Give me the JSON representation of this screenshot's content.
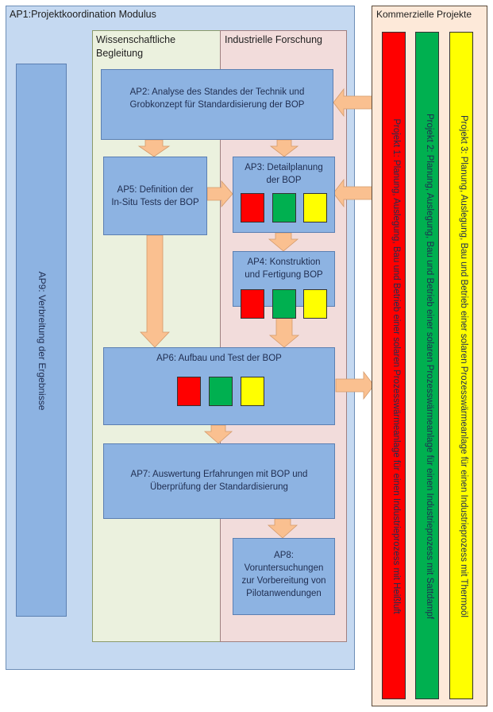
{
  "ap1": {
    "title": "AP1:Projektkoordination Modulus"
  },
  "columns": {
    "wiss": {
      "line1": "Wissenschaftliche",
      "line2": "Begleitung"
    },
    "ind": {
      "label": "Industrielle Forschung"
    }
  },
  "ap9": {
    "label": "AP9: Verbreitung der Ergebnisse"
  },
  "boxes": {
    "ap2": {
      "line1": "AP2: Analyse des Standes der Technik und",
      "line2": "Grobkonzept für Standardisierung der BOP"
    },
    "ap3": {
      "line1": "AP3: Detailplanung",
      "line2": "der BOP"
    },
    "ap4": {
      "line1": "AP4: Konstruktion",
      "line2": "und Fertigung BOP"
    },
    "ap5": {
      "line1": "AP5: Definition der",
      "line2": "In-Situ Tests der BOP"
    },
    "ap6": {
      "line1": "AP6: Aufbau und Test der BOP"
    },
    "ap7": {
      "line1": "AP7: Auswertung Erfahrungen mit BOP und",
      "line2": "Überprüfung der Standardisierung"
    },
    "ap8": {
      "line1": "AP8:",
      "line2": "Voruntersuchungen",
      "line3": "zur Vorbereitung von",
      "line4": "Pilotanwendungen"
    }
  },
  "kommerziell": {
    "title": "Kommerzielle Projekte",
    "projects": [
      {
        "label": "Projekt 1: Planung, Auslegung, Bau und Betrieb einer solaren Prozesswärmeanlage für einen Industrieprozess mit Heißluft",
        "color": "#ff0000"
      },
      {
        "label": "Projekt 2: Planung, Auslegung, Bau und Betrieb einer solaren Prozesswärmeanlage für einen Industrieprozess mit Sattdampf",
        "color": "#00b050"
      },
      {
        "label": "Projekt 3: Planung, Auslegung, Bau und Betrieb einer solaren Prozesswärmeanlage für einen Industrieprozess mit Thermoöl",
        "color": "#ffff00"
      }
    ]
  },
  "colors": {
    "ap1_bg": "#c5d9f1",
    "wiss_bg": "#ebf1de",
    "ind_bg": "#f2dcdb",
    "box_bg": "#8db3e2",
    "komm_bg": "#fde9d9",
    "arrow": "#fac090"
  }
}
